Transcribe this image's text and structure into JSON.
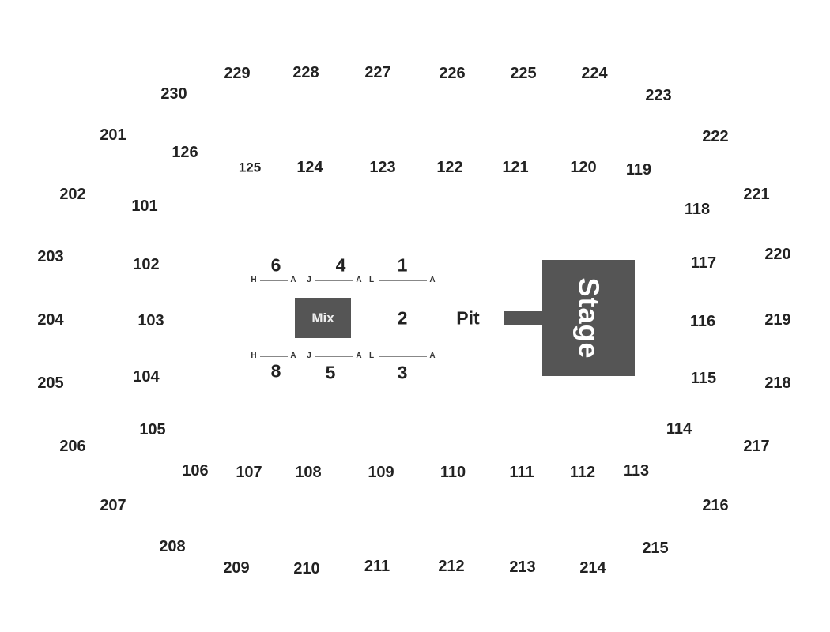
{
  "upper_sections": [
    "201",
    "202",
    "203",
    "204",
    "205",
    "206",
    "207",
    "208",
    "209",
    "210",
    "211",
    "212",
    "213",
    "214",
    "215",
    "216",
    "217",
    "218",
    "219",
    "220",
    "221",
    "222",
    "223",
    "224",
    "225",
    "226",
    "227",
    "228",
    "229",
    "230"
  ],
  "lower_sections": [
    "101",
    "102",
    "103",
    "104",
    "105",
    "106",
    "107",
    "108",
    "109",
    "110",
    "111",
    "112",
    "113",
    "114",
    "115",
    "116",
    "117",
    "118",
    "119",
    "120",
    "121",
    "122",
    "123",
    "124",
    "125",
    "126"
  ],
  "floor_sections": [
    "1",
    "2",
    "3",
    "4",
    "5",
    "6",
    "8"
  ],
  "row_markers": {
    "top": [
      "H",
      "A",
      "J",
      "A",
      "L",
      "A"
    ],
    "bottom": [
      "H",
      "A",
      "J",
      "A",
      "L",
      "A"
    ]
  },
  "mix_label": "Mix",
  "stage_label": "Stage",
  "pit_label": "Pit",
  "colors": {
    "block_fill": "#555555",
    "block_text": "#ffffff",
    "section_text": "#222222",
    "background": "#ffffff"
  }
}
